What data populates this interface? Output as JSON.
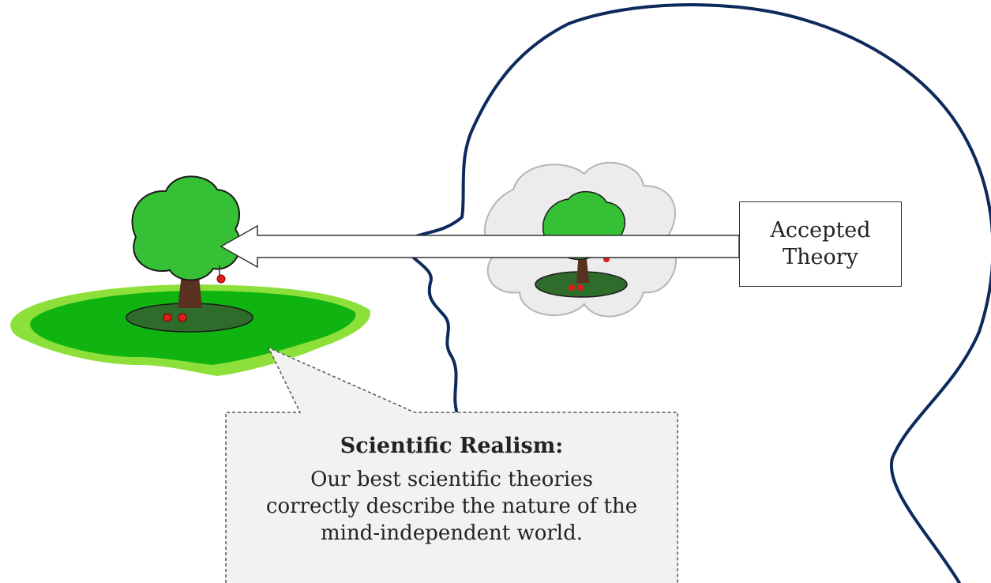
{
  "theory_box": {
    "line1": "Accepted",
    "line2": "Theory"
  },
  "callout": {
    "title": "Scientific Realism:",
    "lines": [
      "Our best scientific theories",
      "correctly describe the nature of the",
      "mind-independent world."
    ]
  },
  "colors": {
    "head_outline": "#0e2a5c",
    "grass_light": "#8de03a",
    "grass_main": "#10b410",
    "grass_dark": "#2f6b2a",
    "foliage": "#35c035",
    "trunk": "#5a3020",
    "apple": "#e01b1b",
    "cloud_fill": "#ececec",
    "cloud_stroke": "#b5b5b5",
    "callout_fill": "#f2f2f2",
    "callout_stroke": "#555555"
  },
  "icons": [
    "tree-icon",
    "thought-cloud-icon",
    "arrow-left-icon",
    "head-silhouette-icon"
  ]
}
